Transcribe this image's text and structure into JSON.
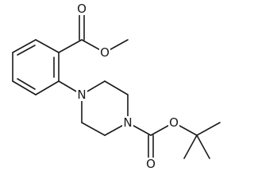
{
  "structure": {
    "atoms": [
      {
        "id": "O1",
        "symbol": "O"
      },
      {
        "id": "O2",
        "symbol": "O"
      },
      {
        "id": "N1",
        "symbol": "N"
      },
      {
        "id": "N2",
        "symbol": "N"
      },
      {
        "id": "O3",
        "symbol": "O"
      },
      {
        "id": "O4",
        "symbol": "O"
      }
    ],
    "colors": {
      "bond": "#1a1a1a",
      "background": "#ffffff"
    }
  }
}
